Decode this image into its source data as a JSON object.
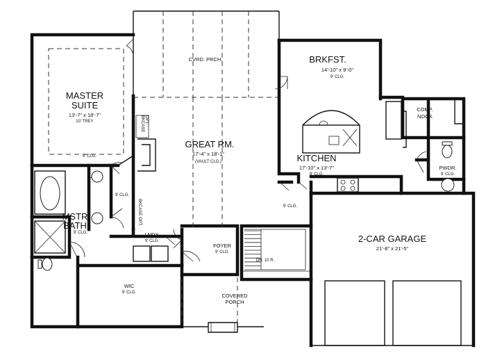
{
  "rooms": {
    "covered_porch_top": {
      "name": "CVRD. PRCH."
    },
    "breakfast": {
      "name": "BRKFST.",
      "dims": "14'-10\" x 9'-0\"",
      "ceiling": "9' CLG."
    },
    "master_suite": {
      "name_line1": "MASTER",
      "name_line2": "SUITE",
      "dims": "13'-7\" x 18'-7\"",
      "ceiling": "10' TREY"
    },
    "great_room": {
      "name": "GREAT RM.",
      "dims": "17'-4\" x 18'-1\"",
      "ceiling": "(VAULT CLG.)"
    },
    "comp_nook": {
      "name_line1": "COMP.",
      "name_line2": "NOOK"
    },
    "kitchen": {
      "name": "KITCHEN",
      "dims": "17'-10\" x 13'-7\"",
      "ceiling": "9' CLG."
    },
    "powder": {
      "name": "PWDR.",
      "ceiling": "9' CLG."
    },
    "master_bath": {
      "name_line1": "MSTR",
      "name_line2": "BATH",
      "ceiling": "9' CLG."
    },
    "laundry": {
      "name": "LNDY.",
      "ceiling": "9' CLG."
    },
    "foyer": {
      "name": "FOYER",
      "ceiling": "9' CLG."
    },
    "garage": {
      "name": "2-CAR GARAGE",
      "dims": "21'-8\" x 21'-5\""
    },
    "wic": {
      "name": "WIC",
      "ceiling": "9' CLG."
    },
    "covered_porch_front": {
      "name_line1": "COVERED",
      "name_line2": "PORCH"
    }
  },
  "notes": {
    "ceiling_master_hall": "9' CLG.",
    "ceiling_hall": "9' CLG.",
    "ceiling_kitchen_hall": "9' CLG.",
    "bookcase": "BKCASE",
    "bookcase_opt": "OPT.",
    "bookcase_opt2": "BKCASE OPT.",
    "stairs": "DN. 10 R."
  }
}
